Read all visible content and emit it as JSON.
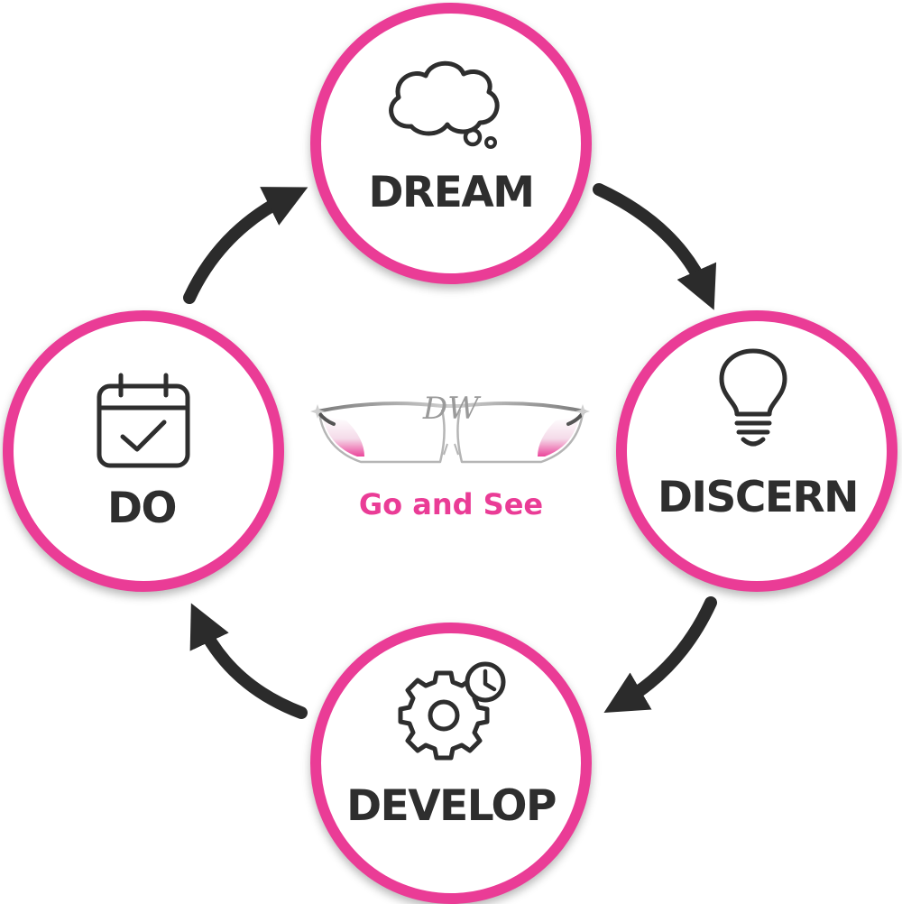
{
  "nodes": {
    "dream": {
      "label": "DREAM",
      "icon": "thought-cloud-icon"
    },
    "discern": {
      "label": "DISCERN",
      "icon": "lightbulb-icon"
    },
    "develop": {
      "label": "DEVELOP",
      "icon": "gear-clock-icon"
    },
    "do": {
      "label": "DO",
      "icon": "calendar-check-icon"
    }
  },
  "center": {
    "logo_text": "DW",
    "tagline": "Go and See"
  },
  "colors": {
    "accent": "#EA3C96",
    "text": "#2e2e2e",
    "arrow": "#2b2b2b"
  }
}
